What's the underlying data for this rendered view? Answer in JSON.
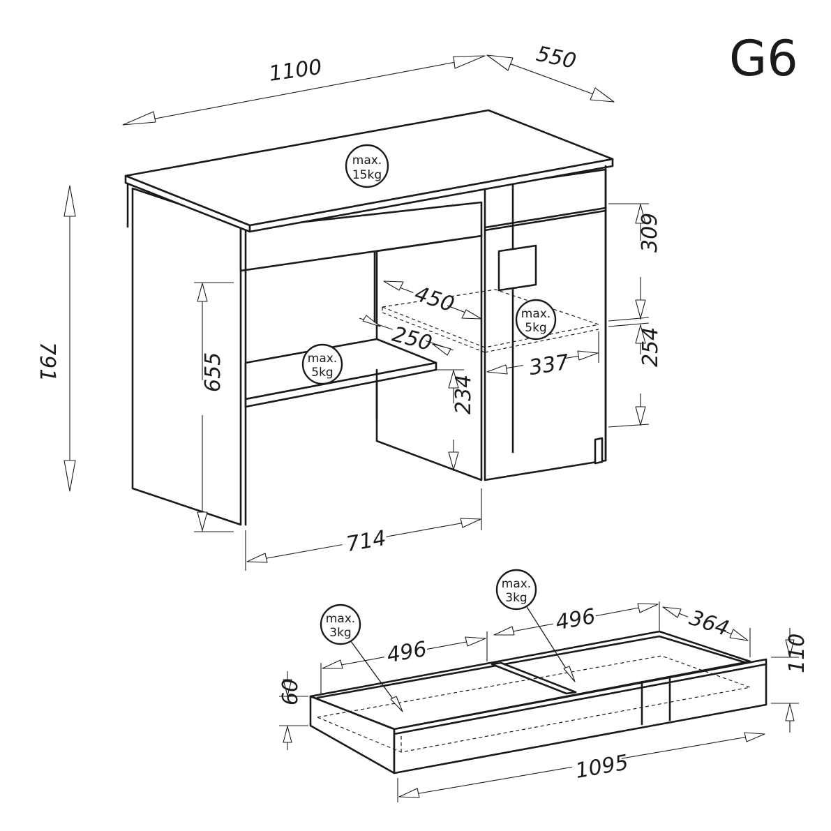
{
  "model": "G6",
  "dimensions": {
    "desk_width": "1100",
    "desk_depth": "550",
    "desk_height": "791",
    "knee_height": "655",
    "cabinet_top_height": "309",
    "cabinet_bottom_height": "254",
    "shelf_width": "450",
    "shelf_depth": "250",
    "cabinet_shelf_depth": "337",
    "cabinet_leg_height": "234",
    "knee_width": "714",
    "drawer_section_left": "496",
    "drawer_section_right": "496",
    "drawer_depth": "364",
    "drawer_height": "110",
    "drawer_inner_height": "60",
    "drawer_length": "1095"
  },
  "load_badges": {
    "top": {
      "line1": "max.",
      "line2": "15kg"
    },
    "keyboard_shelf": {
      "line1": "max.",
      "line2": "5kg"
    },
    "cabinet_shelf": {
      "line1": "max.",
      "line2": "5kg"
    },
    "drawer_left": {
      "line1": "max.",
      "line2": "3kg"
    },
    "drawer_right": {
      "line1": "max.",
      "line2": "3kg"
    }
  }
}
